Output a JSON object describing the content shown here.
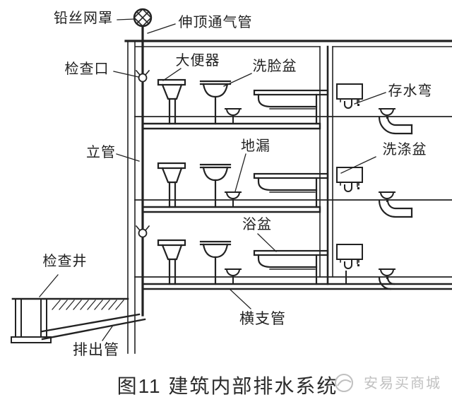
{
  "figure": {
    "caption": "图11  建筑内部排水系统",
    "watermark_text": "安易买商城"
  },
  "labels": {
    "mesh_cap": "铅丝网罩",
    "vent_pipe": "伸顶通气管",
    "inspection_port": "检查口",
    "toilet": "大便器",
    "washbasin": "洗脸盆",
    "trap": "存水弯",
    "riser": "立管",
    "floor_drain": "地漏",
    "sink": "洗涤盆",
    "bathtub": "浴盆",
    "inspection_well": "检查井",
    "discharge_pipe": "排出管",
    "branch_pipe": "横支管"
  },
  "colors": {
    "ink": "#222222",
    "background": "#ffffff",
    "caption": "#2b2b2b",
    "watermark": "#c0c0c0"
  }
}
